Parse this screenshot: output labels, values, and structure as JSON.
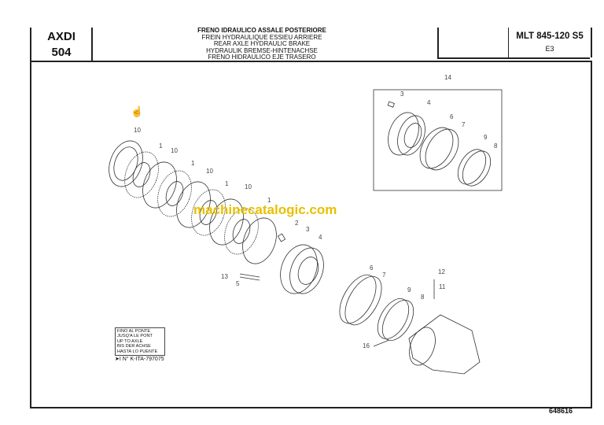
{
  "header": {
    "section_code": "AXDI",
    "section_number": "504",
    "titles": [
      "FRENO IDRAULICO ASSALE POSTERIORE",
      "FREIN HYDRAULIQUE ESSIEU ARRIERE",
      "REAR AXLE HYDRAULIC BRAKE",
      "HYDRAULIK BREMSE-HINTENACHSE",
      "FRENO HIDRAULICO  EJE TRASERO"
    ],
    "model": "MLT 845-120 S5",
    "variant": "E3"
  },
  "watermark": "machinecatalogic.com",
  "callouts": [
    "10",
    "1",
    "10",
    "1",
    "10",
    "1",
    "10",
    "1",
    "2",
    "3",
    "4",
    "13",
    "5",
    "6",
    "7",
    "9",
    "8",
    "12",
    "11",
    "16"
  ],
  "kit": {
    "label": "14",
    "callouts": [
      "3",
      "4",
      "6",
      "7",
      "9",
      "8"
    ]
  },
  "note": {
    "lines": [
      "FINO AL PONTE",
      "JUSQ'A LE PONT",
      "UP TO AXLE",
      "BIS DER ACHSE",
      "HASTA LO PUENTE"
    ],
    "reference": "➤I N° K-ITA-797075"
  },
  "page_number": "648616",
  "icons": {
    "cursor": "hand-cursor-icon"
  }
}
